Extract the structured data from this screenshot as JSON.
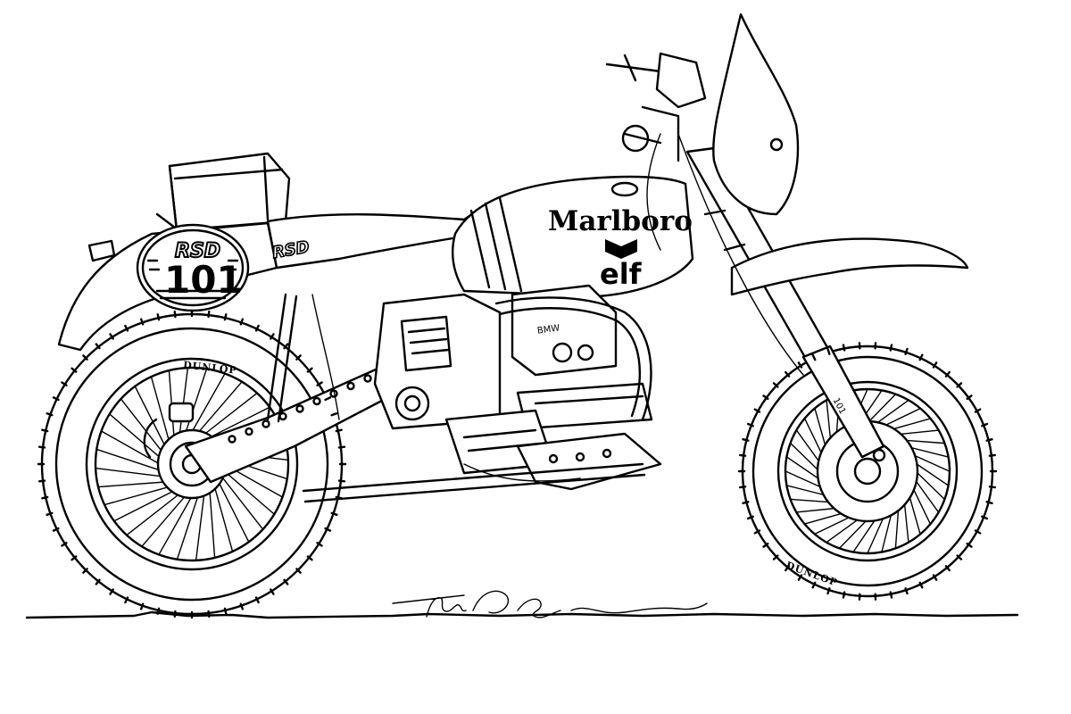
{
  "livery": {
    "tank_brand": "Marlboro",
    "tank_sponsor": "elf",
    "side_script": "RSD",
    "engine_badge": "BMW"
  },
  "number_plate": {
    "top_text": "RSD",
    "number": "101"
  },
  "tyres": {
    "rear_brand": "DUNLOP",
    "front_brand": "DUNLOP"
  },
  "fork_label": "101"
}
